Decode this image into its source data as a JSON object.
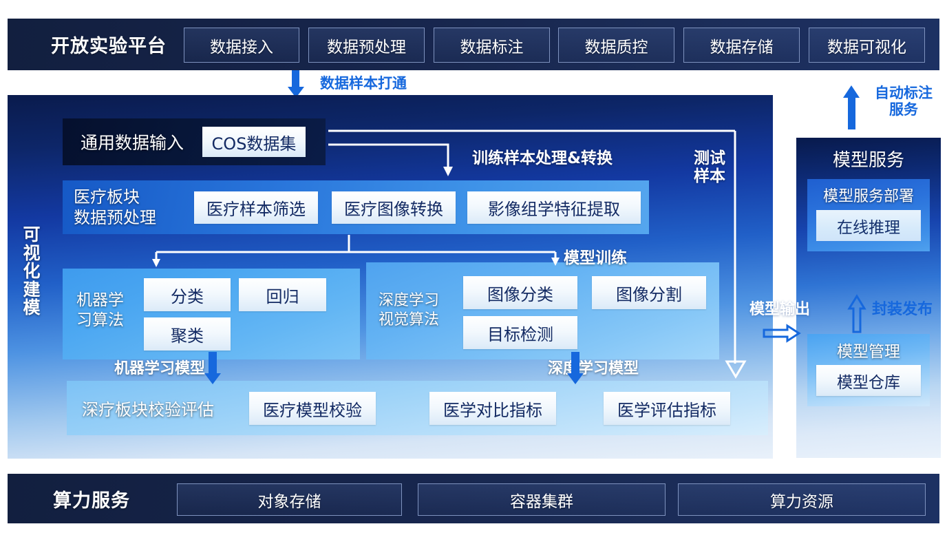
{
  "header": {
    "title": "开放实验平台",
    "items": [
      {
        "label": "数据接入"
      },
      {
        "label": "数据预处理"
      },
      {
        "label": "数据标注"
      },
      {
        "label": "数据质控"
      },
      {
        "label": "数据存储"
      },
      {
        "label": "数据可视化"
      }
    ]
  },
  "footer": {
    "title": "算力服务",
    "items": [
      {
        "label": "对象存储"
      },
      {
        "label": "容器集群"
      },
      {
        "label": "算力资源"
      }
    ]
  },
  "main": {
    "side_label": "可视化建模",
    "data_input": {
      "label": "通用数据输入",
      "dataset": "COS数据集"
    },
    "medical_preprocess": {
      "label_line1": "医疗板块",
      "label_line2": "数据预处理",
      "items": [
        {
          "label": "医疗样本筛选"
        },
        {
          "label": "医疗图像转换"
        },
        {
          "label": "影像组学特征提取"
        }
      ]
    },
    "ml_group": {
      "label_line1": "机器学",
      "label_line2": "习算法",
      "items": [
        {
          "label": "分类"
        },
        {
          "label": "回归"
        },
        {
          "label": "聚类"
        }
      ]
    },
    "dl_group": {
      "label_line1": "深度学习",
      "label_line2": "视觉算法",
      "items": [
        {
          "label": "图像分类"
        },
        {
          "label": "图像分割"
        },
        {
          "label": "目标检测"
        }
      ]
    },
    "eval_group": {
      "label": "深疗板块校验评估",
      "items": [
        {
          "label": "医疗模型校验"
        },
        {
          "label": "医学对比指标"
        },
        {
          "label": "医学评估指标"
        }
      ]
    }
  },
  "right": {
    "service": {
      "title": "模型服务",
      "deploy": "模型服务部署",
      "inference": "在线推理"
    },
    "management": {
      "title": "模型管理",
      "repository": "模型仓库"
    }
  },
  "connectors": {
    "data_sample": "数据样本打通",
    "auto_label_line1": "自动标注",
    "auto_label_line2": "服务",
    "train_sample": "训练样本处理&转换",
    "test_sample_line1": "测试",
    "test_sample_line2": "样本",
    "model_training": "模型训练",
    "ml_model": "机器学习模型",
    "dl_model": "深度学习模型",
    "model_output": "模型输出",
    "package_publish": "封装发布"
  },
  "colors": {
    "accent_blue": "#1668dd",
    "dark_navy": "#121f3f",
    "panel_blue": "#2160c8",
    "tile_text": "#132a63"
  }
}
